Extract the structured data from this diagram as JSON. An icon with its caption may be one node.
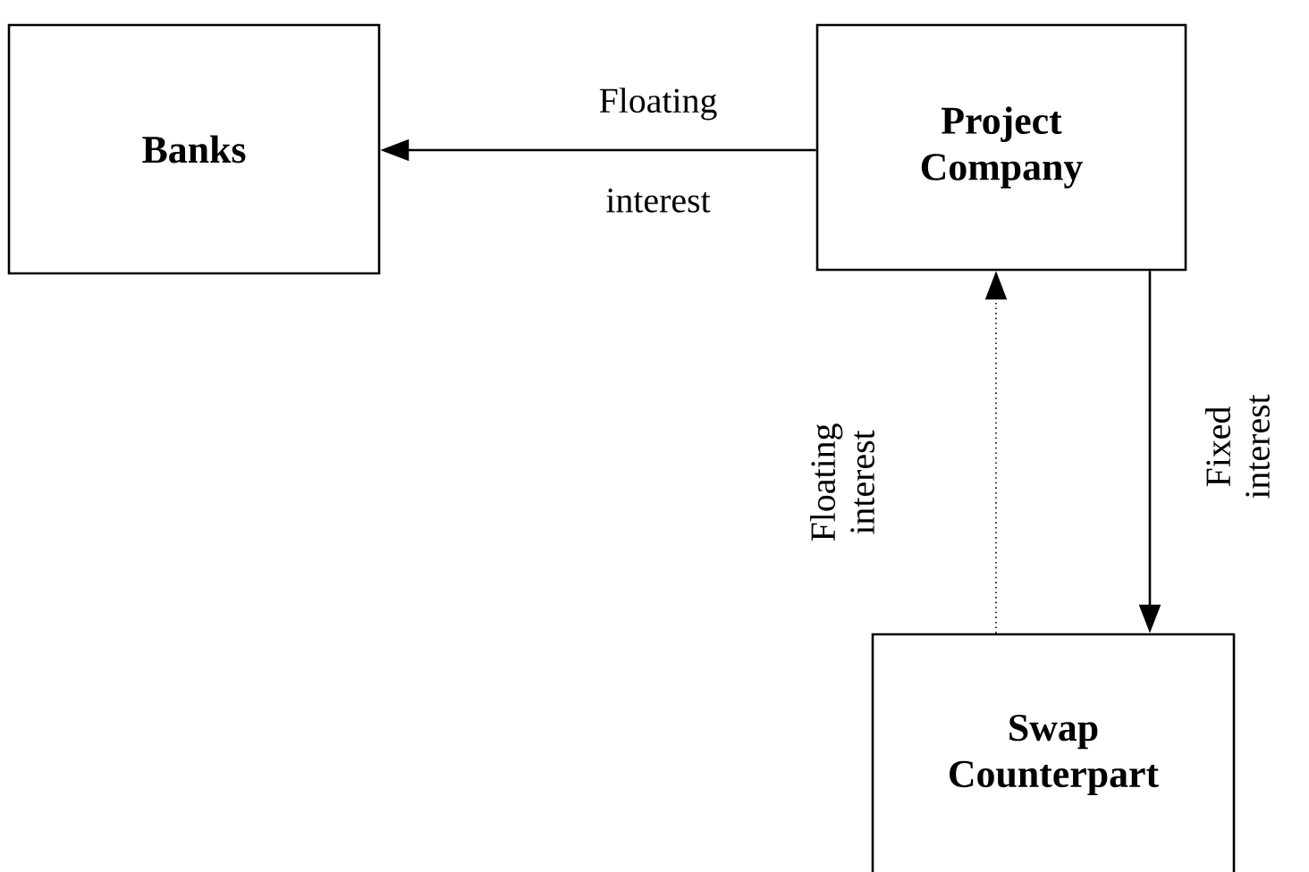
{
  "diagram": {
    "nodes": [
      {
        "text": [
          "Banks"
        ]
      },
      {
        "text": [
          "Project Company"
        ]
      },
      {
        "text": [
          "Swap Counterpart"
        ]
      }
    ],
    "edges": [
      {
        "from": 1,
        "to": 0,
        "arrow": "to",
        "label": "Floating interest"
      },
      {
        "from": 2,
        "to": 1,
        "arrow": "to",
        "label": "Floating interest",
        "style": "dashed"
      },
      {
        "from": 1,
        "to": 2,
        "arrow": "to",
        "label": "Fixed interest"
      }
    ]
  }
}
